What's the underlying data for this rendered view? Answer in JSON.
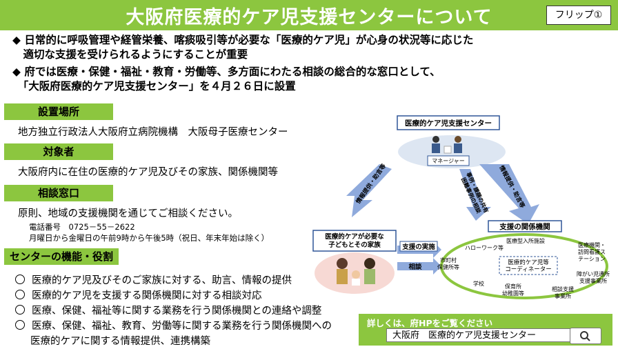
{
  "header": {
    "title": "大阪府医療的ケア児支援センターについて",
    "flip": "フリップ①"
  },
  "bullets": [
    "◆ 日常的に呼吸管理や経管栄養、喀痰吸引等が必要な「医療的ケア児」が心身の状況等に応じた",
    "　適切な支援を受けられるようにすることが重要",
    "◆ 府では医療・保健・福祉・教育・労働等、多方面にわたる相談の総合的な窓口として、",
    "　「大阪府医療的ケア児支援センター」を４月２６日に設置"
  ],
  "sections": {
    "location": {
      "heading": "設置場所",
      "text": "地方独立行政法人大阪府立病院機構　大阪母子医療センター"
    },
    "target": {
      "heading": "対象者",
      "text": "大阪府内に在住の医療的ケア児及びその家族、関係機関等"
    },
    "contact": {
      "heading": "相談窓口",
      "text": "原則、地域の支援機関を通じてご相談ください。",
      "phone": "電話番号　0725－55－2622",
      "hours": "月曜日から金曜日の午前9時から午後5時（祝日、年末年始は除く）"
    },
    "roles": {
      "heading": "センターの機能・役割",
      "items": [
        "医療的ケア児及びそのご家族に対する、助言、情報の提供",
        "医療的ケア児を支援する関係機関に対する相談対応",
        "医療、保健、福祉等に関する業務を行う関係機関との連絡や調整",
        "医療、保健、福祉、教育、労働等に関する業務を行う関係機関への",
        "医療的ケアに関する情報提供、連携構築"
      ]
    }
  },
  "diagram": {
    "center_title": "医療的ケア児支援センター",
    "manager": "マネージャー",
    "family_title": "医療的ケアが必要な\n子どもとその家族",
    "agencies_title": "支援の関係機関",
    "arrow_left": "情報提供・助言等",
    "arrow_mid": "事例・課題の共有\n困難事例の相談",
    "arrow_right": "情報提供・助言等",
    "support": "支援の実施",
    "consult": "相談",
    "coordinator": "医療的ケア児等\nコーディネーター",
    "nodes": [
      "ハローワーク等",
      "医療型入所施設",
      "医療機関・\n訪問看護ス\nテーション",
      "市町村\n保健所等",
      "障がい児通所\n支援事業所",
      "学校",
      "保育所\n幼稚園等",
      "相談支援\n事業所"
    ]
  },
  "footer": {
    "label": "詳しくは、府HPをご覧ください",
    "search_text": "大阪府　医療的ケア児支援センター"
  },
  "colors": {
    "accent": "#8cc63f",
    "diagram_line": "#2f5597",
    "ring": "#8cc63f"
  }
}
